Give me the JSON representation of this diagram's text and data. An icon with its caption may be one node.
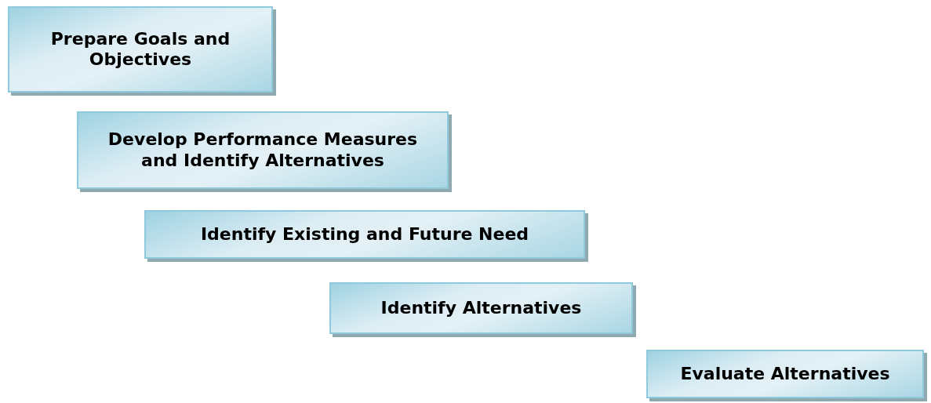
{
  "diagram": {
    "nodes": [
      {
        "text": [
          "Prepare Goals and Objectives"
        ]
      },
      {
        "text": [
          "Develop Performance Measures and Identify Alternatives"
        ]
      },
      {
        "text": [
          "Identify Existing and Future Need"
        ]
      },
      {
        "text": [
          "Identify Alternatives"
        ]
      },
      {
        "text": [
          "Evaluate Alternatives"
        ]
      }
    ]
  }
}
